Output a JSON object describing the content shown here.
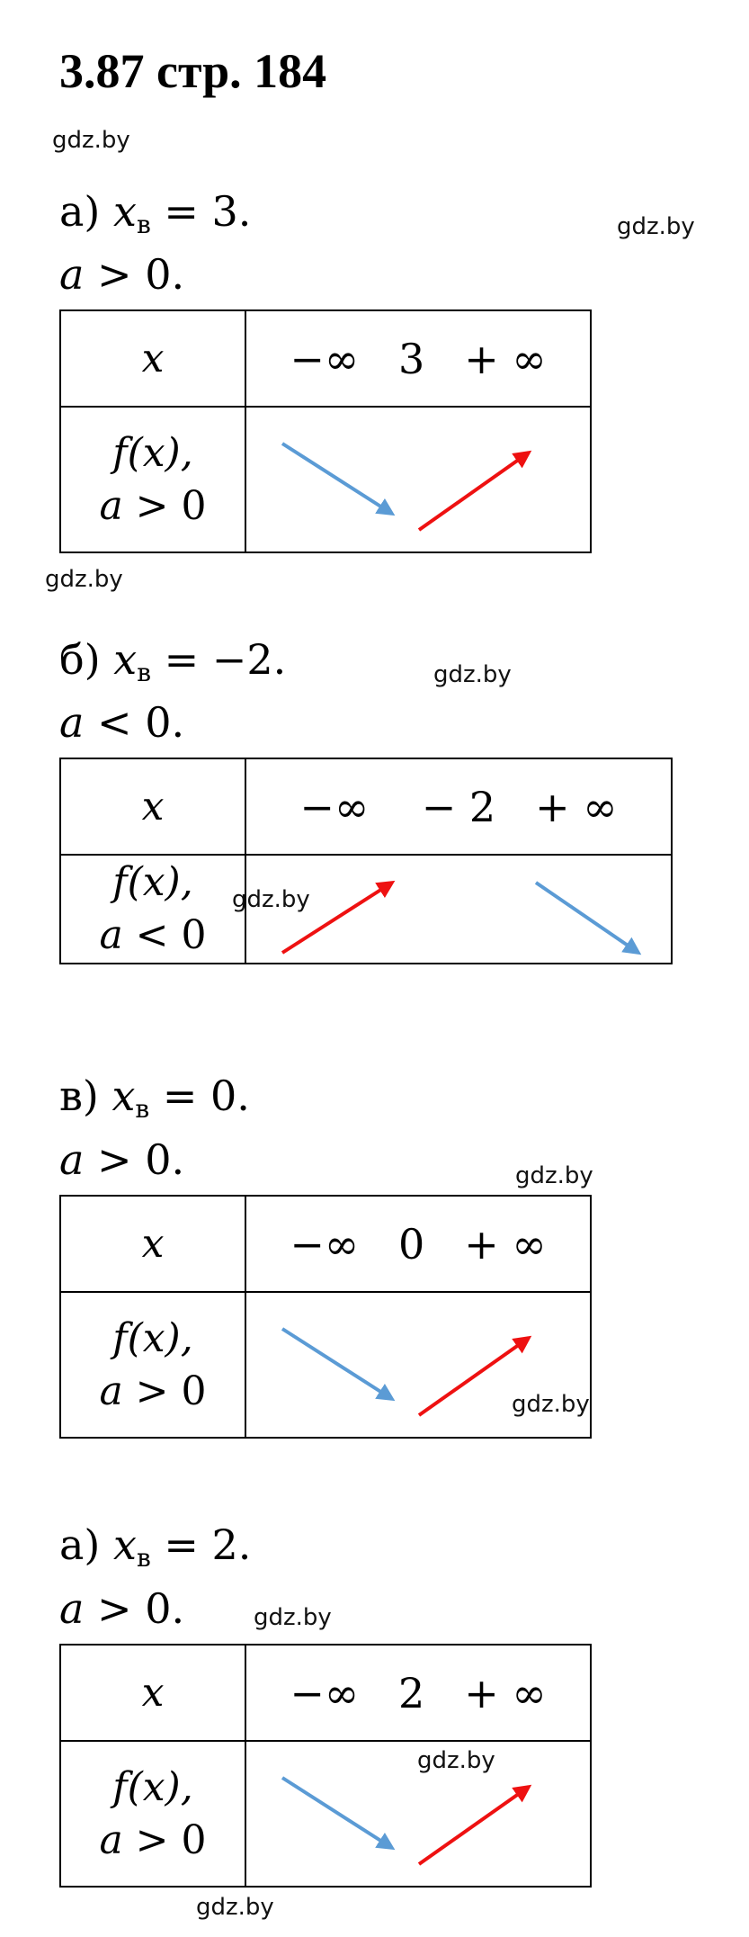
{
  "title": "3.87 стр. 184",
  "watermark": "gdz.by",
  "colors": {
    "decrease_arrow": "#5b9bd5",
    "increase_arrow": "#ee1111"
  },
  "sections": [
    {
      "letter": "а)",
      "var": "x",
      "sub": "в",
      "eq_value": "= 3.",
      "cond_var": "a",
      "cond_rest": " > 0.",
      "header_x": "x",
      "header_values": "−∞   3   + ∞",
      "fx_label": "f(x),",
      "fx_cond_var": "a",
      "fx_cond_rest": " > 0",
      "arrows": [
        "decrease",
        "increase"
      ]
    },
    {
      "letter": "б)",
      "var": "x",
      "sub": "в",
      "eq_value": "= −2.",
      "cond_var": "a",
      "cond_rest": " < 0.",
      "header_x": "x",
      "header_values": "−∞    − 2   + ∞",
      "fx_label": "f(x),",
      "fx_cond_var": "a",
      "fx_cond_rest": " < 0",
      "arrows": [
        "increase",
        "decrease"
      ]
    },
    {
      "letter": "в)",
      "var": "x",
      "sub": "в",
      "eq_value": "= 0.",
      "cond_var": "a",
      "cond_rest": " > 0.",
      "header_x": "x",
      "header_values": "−∞   0   + ∞",
      "fx_label": "f(x),",
      "fx_cond_var": "a",
      "fx_cond_rest": " > 0",
      "arrows": [
        "decrease",
        "increase"
      ]
    },
    {
      "letter": "а)",
      "var": "x",
      "sub": "в",
      "eq_value": "= 2.",
      "cond_var": "a",
      "cond_rest": " > 0.",
      "header_x": "x",
      "header_values": "−∞   2   + ∞",
      "fx_label": "f(x),",
      "fx_cond_var": "a",
      "fx_cond_rest": " > 0",
      "arrows": [
        "decrease",
        "increase"
      ]
    }
  ]
}
